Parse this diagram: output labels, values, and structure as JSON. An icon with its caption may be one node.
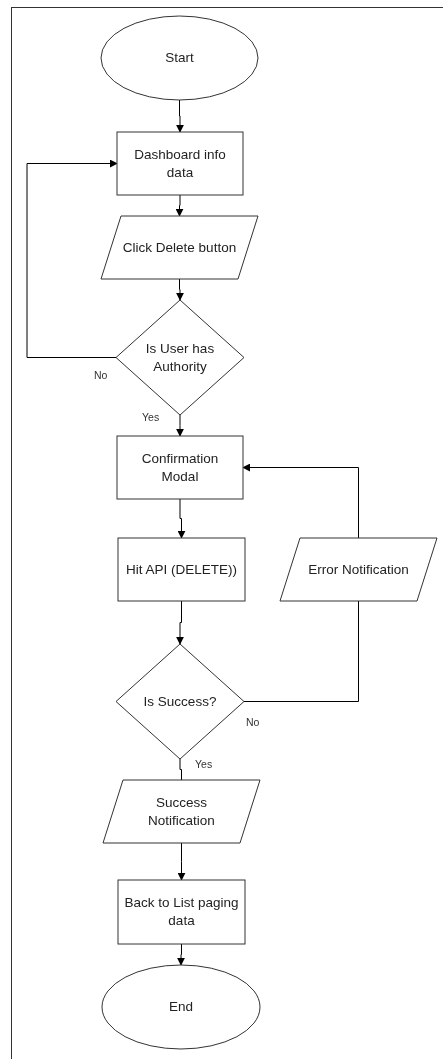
{
  "diagram": {
    "nodes": [
      {
        "text": [
          "Start"
        ]
      },
      {
        "text": [
          "Dashboard info data"
        ]
      },
      {
        "text": [
          "Click Delete button"
        ]
      },
      {
        "text": [
          "Is User has Authority"
        ]
      },
      {
        "text": [
          "Confirmation Modal"
        ]
      },
      {
        "text": [
          "Hit API (DELETE))"
        ]
      },
      {
        "text": [
          "Error Notification"
        ]
      },
      {
        "text": [
          "Is Success?"
        ]
      },
      {
        "text": [
          "Success Notification"
        ]
      },
      {
        "text": [
          "Back to List paging data"
        ]
      },
      {
        "text": [
          "End"
        ]
      }
    ],
    "edges": [
      {
        "from": 0,
        "to": 1,
        "arrow": "to"
      },
      {
        "from": 1,
        "to": 2,
        "arrow": "to"
      },
      {
        "from": 2,
        "to": 3,
        "arrow": "to"
      },
      {
        "from": 3,
        "to": 1,
        "arrow": "to",
        "label": "No"
      },
      {
        "from": 3,
        "to": 4,
        "arrow": "to",
        "label": "Yes"
      },
      {
        "from": 4,
        "to": 5,
        "arrow": "to"
      },
      {
        "from": 5,
        "to": 7,
        "arrow": "to"
      },
      {
        "from": 7,
        "to": 6,
        "arrow": "none",
        "label": "No"
      },
      {
        "from": 6,
        "to": 4,
        "arrow": "to"
      },
      {
        "from": 7,
        "to": 8,
        "arrow": "none",
        "label": "Yes"
      },
      {
        "from": 8,
        "to": 9,
        "arrow": "to"
      },
      {
        "from": 9,
        "to": 10,
        "arrow": "to"
      }
    ]
  }
}
